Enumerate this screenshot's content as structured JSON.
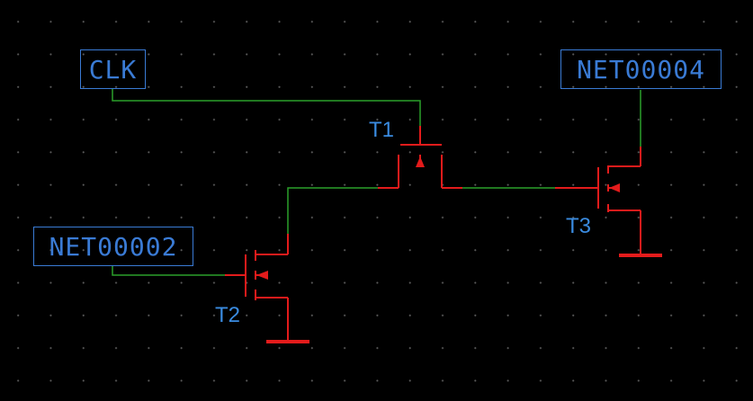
{
  "net_labels": {
    "clk": "CLK",
    "net2": "NET00002",
    "net4": "NET00004"
  },
  "components": {
    "t1": "T1",
    "t2": "T2",
    "t3": "T3"
  },
  "colors": {
    "background": "#000000",
    "grid_dot": "#5a5a5a",
    "wire": "#2aa02a",
    "component": "#e31b1b",
    "label": "#3a7bd5"
  }
}
